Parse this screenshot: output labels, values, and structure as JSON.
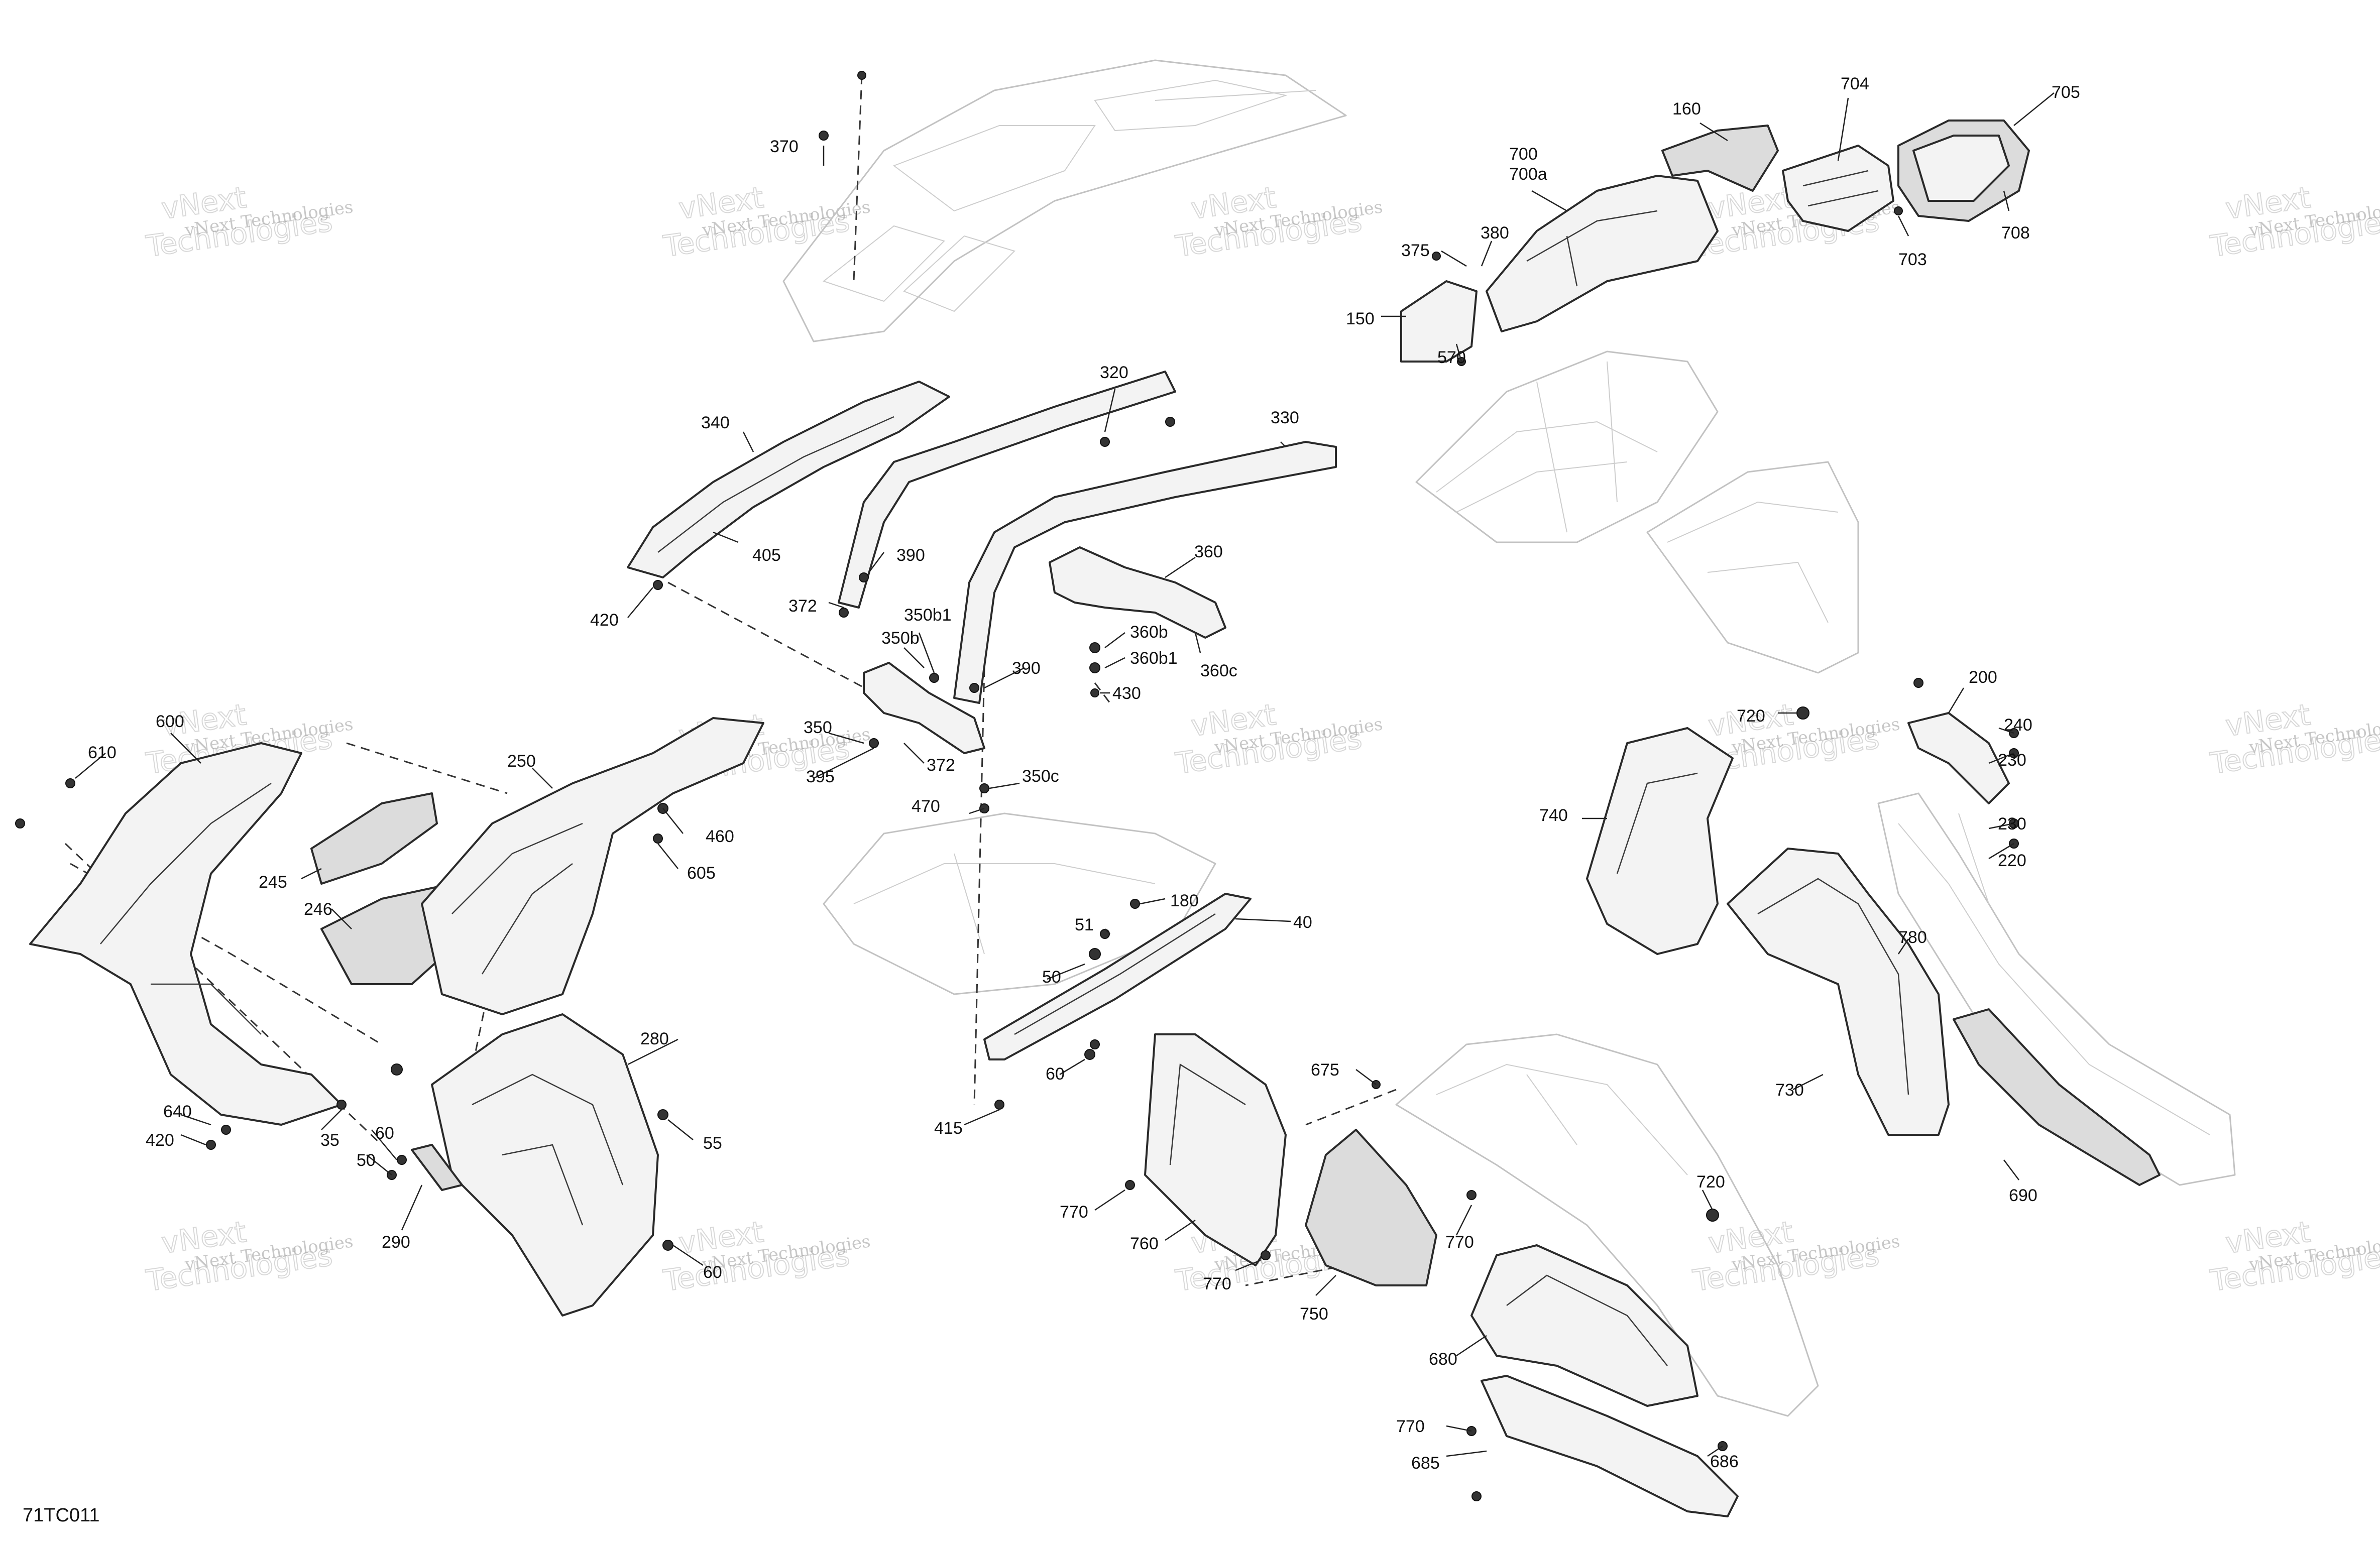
{
  "diagram": {
    "code": "71TC011",
    "watermark_text_small": "vNext Technologies",
    "watermark_text_big": "Technologies",
    "watermark_text_big_top": "vNext",
    "labels": [
      {
        "id": "370",
        "text": "370"
      },
      {
        "id": "160",
        "text": "160"
      },
      {
        "id": "704",
        "text": "704"
      },
      {
        "id": "705",
        "text": "705"
      },
      {
        "id": "700",
        "text": "700"
      },
      {
        "id": "700a",
        "text": "700a"
      },
      {
        "id": "375",
        "text": "375"
      },
      {
        "id": "380",
        "text": "380"
      },
      {
        "id": "708",
        "text": "708"
      },
      {
        "id": "703",
        "text": "703"
      },
      {
        "id": "150",
        "text": "150"
      },
      {
        "id": "570",
        "text": "570"
      },
      {
        "id": "320",
        "text": "320"
      },
      {
        "id": "330",
        "text": "330"
      },
      {
        "id": "340",
        "text": "340"
      },
      {
        "id": "405",
        "text": "405"
      },
      {
        "id": "390a",
        "text": "390"
      },
      {
        "id": "360",
        "text": "360"
      },
      {
        "id": "372a",
        "text": "372"
      },
      {
        "id": "420a",
        "text": "420"
      },
      {
        "id": "350b1",
        "text": "350b1"
      },
      {
        "id": "350b",
        "text": "350b"
      },
      {
        "id": "360b",
        "text": "360b"
      },
      {
        "id": "360b1",
        "text": "360b1"
      },
      {
        "id": "360c",
        "text": "360c"
      },
      {
        "id": "390b",
        "text": "390"
      },
      {
        "id": "430",
        "text": "430"
      },
      {
        "id": "720a",
        "text": "720"
      },
      {
        "id": "200",
        "text": "200"
      },
      {
        "id": "240",
        "text": "240"
      },
      {
        "id": "600",
        "text": "600"
      },
      {
        "id": "610",
        "text": "610"
      },
      {
        "id": "350",
        "text": "350"
      },
      {
        "id": "372b",
        "text": "372"
      },
      {
        "id": "395",
        "text": "395"
      },
      {
        "id": "230a",
        "text": "230"
      },
      {
        "id": "250",
        "text": "250"
      },
      {
        "id": "470",
        "text": "470"
      },
      {
        "id": "350c",
        "text": "350c"
      },
      {
        "id": "740",
        "text": "740"
      },
      {
        "id": "230b",
        "text": "230"
      },
      {
        "id": "460",
        "text": "460"
      },
      {
        "id": "220",
        "text": "220"
      },
      {
        "id": "245",
        "text": "245"
      },
      {
        "id": "605",
        "text": "605"
      },
      {
        "id": "246",
        "text": "246"
      },
      {
        "id": "180",
        "text": "180"
      },
      {
        "id": "40",
        "text": "40"
      },
      {
        "id": "51",
        "text": "51"
      },
      {
        "id": "780",
        "text": "780"
      },
      {
        "id": "50a",
        "text": "50"
      },
      {
        "id": "280",
        "text": "280"
      },
      {
        "id": "675",
        "text": "675"
      },
      {
        "id": "60a",
        "text": "60"
      },
      {
        "id": "730",
        "text": "730"
      },
      {
        "id": "640",
        "text": "640"
      },
      {
        "id": "415",
        "text": "415"
      },
      {
        "id": "420b",
        "text": "420"
      },
      {
        "id": "35",
        "text": "35"
      },
      {
        "id": "60b",
        "text": "60"
      },
      {
        "id": "55",
        "text": "55"
      },
      {
        "id": "50b",
        "text": "50"
      },
      {
        "id": "690",
        "text": "690"
      },
      {
        "id": "720b",
        "text": "720"
      },
      {
        "id": "770a",
        "text": "770"
      },
      {
        "id": "290",
        "text": "290"
      },
      {
        "id": "760",
        "text": "760"
      },
      {
        "id": "770b",
        "text": "770"
      },
      {
        "id": "60c",
        "text": "60"
      },
      {
        "id": "770c",
        "text": "770"
      },
      {
        "id": "750",
        "text": "750"
      },
      {
        "id": "680",
        "text": "680"
      },
      {
        "id": "770d",
        "text": "770"
      },
      {
        "id": "686",
        "text": "686"
      },
      {
        "id": "685",
        "text": "685"
      }
    ]
  }
}
